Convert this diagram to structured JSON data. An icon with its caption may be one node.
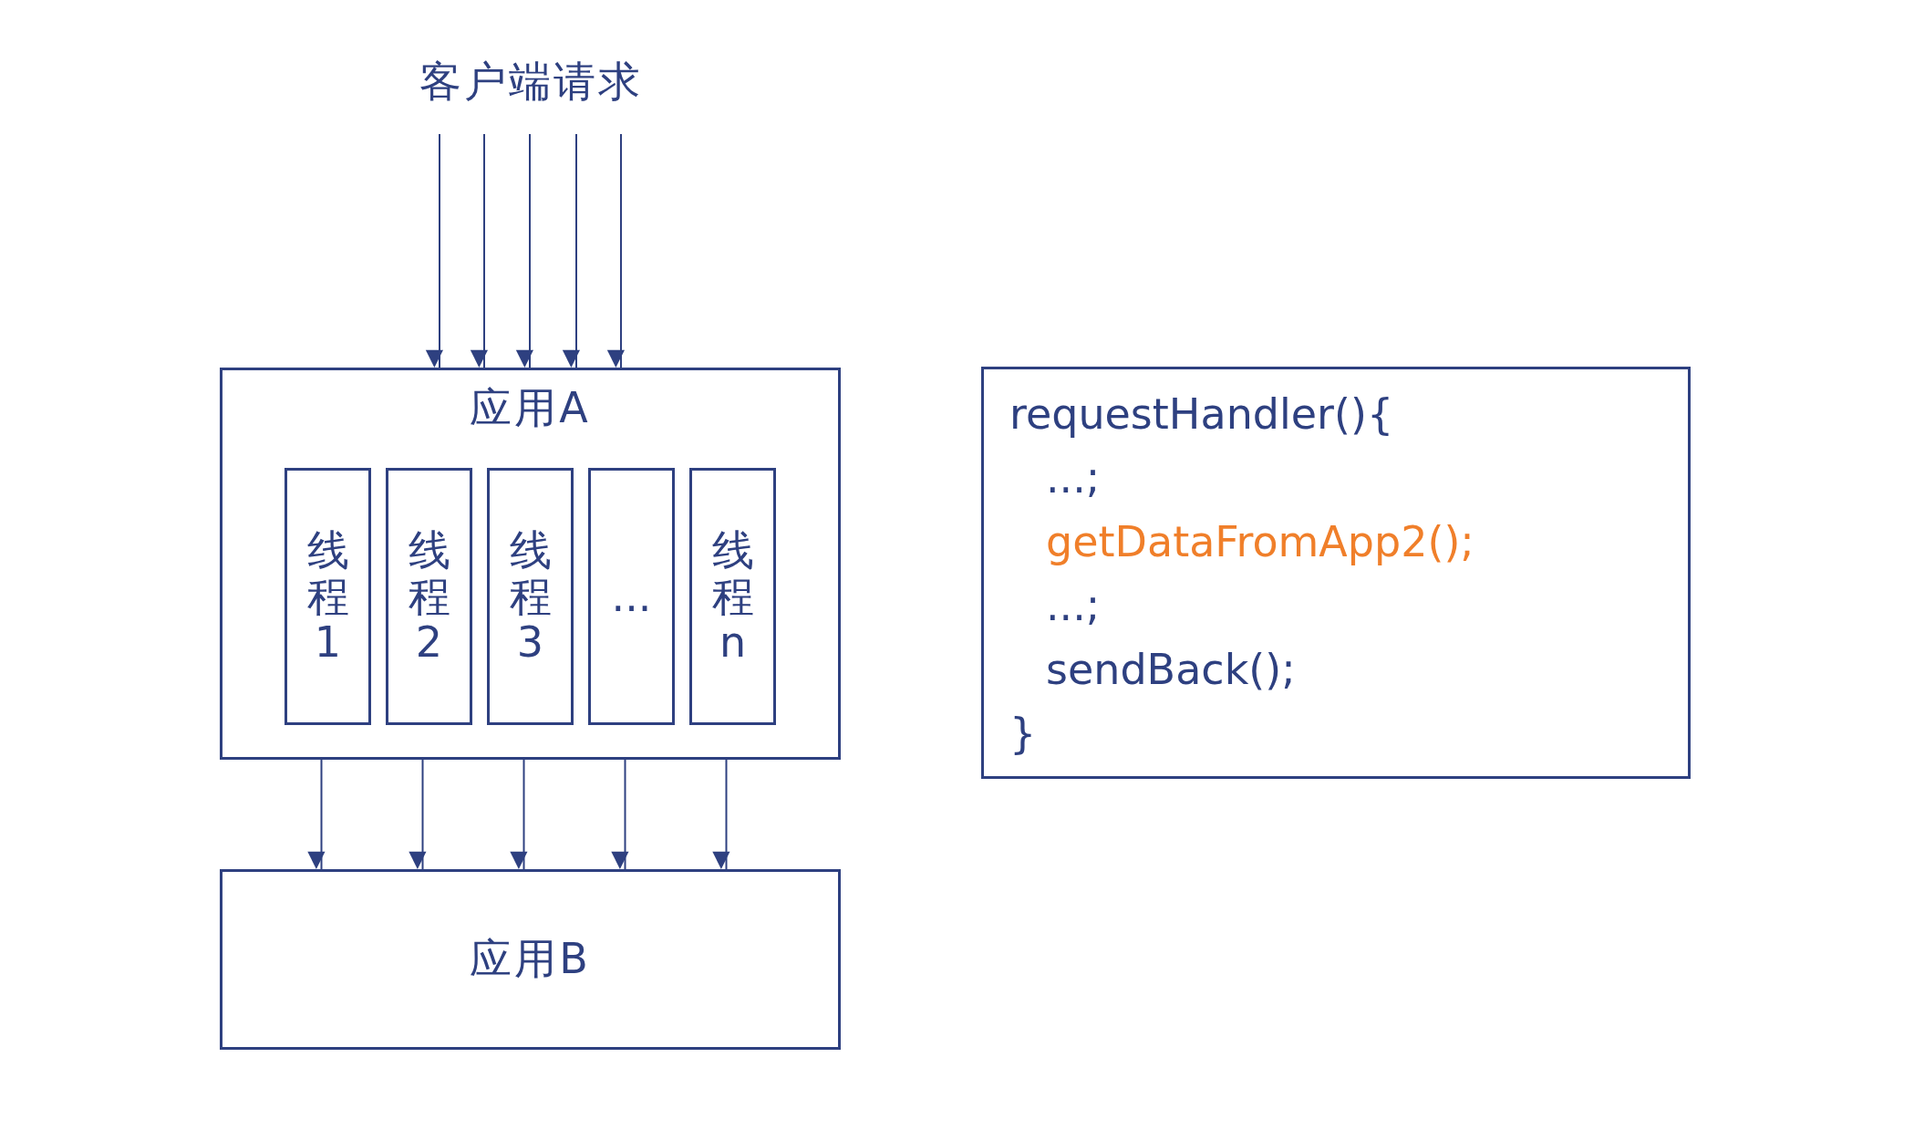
{
  "diagram": {
    "nodes": [
      {
        "text": [
          "客户端请求"
        ]
      },
      {
        "text": [
          "应用A"
        ]
      },
      {
        "text": [
          "线程1"
        ],
        "in": 1
      },
      {
        "text": [
          "线程2"
        ],
        "in": 1
      },
      {
        "text": [
          "线程3"
        ],
        "in": 1
      },
      {
        "text": [
          "..."
        ],
        "in": 1
      },
      {
        "text": [
          "线程n"
        ],
        "in": 1
      },
      {
        "text": [
          "应用B"
        ]
      },
      {
        "text": [
          "requestHandler(){",
          "...;",
          "getDataFromApp2();",
          "...;",
          "sendBack();",
          "}"
        ]
      }
    ],
    "edges": [
      {
        "from": 0,
        "to": 1,
        "arrow": "to"
      },
      {
        "from": 0,
        "to": 1,
        "arrow": "to"
      },
      {
        "from": 0,
        "to": 1,
        "arrow": "to"
      },
      {
        "from": 0,
        "to": 1,
        "arrow": "to"
      },
      {
        "from": 0,
        "to": 1,
        "arrow": "to"
      },
      {
        "from": 2,
        "to": 7,
        "arrow": "to"
      },
      {
        "from": 3,
        "to": 7,
        "arrow": "to"
      },
      {
        "from": 4,
        "to": 7,
        "arrow": "to"
      },
      {
        "from": 5,
        "to": 7,
        "arrow": "to"
      },
      {
        "from": 6,
        "to": 7,
        "arrow": "to"
      }
    ]
  }
}
